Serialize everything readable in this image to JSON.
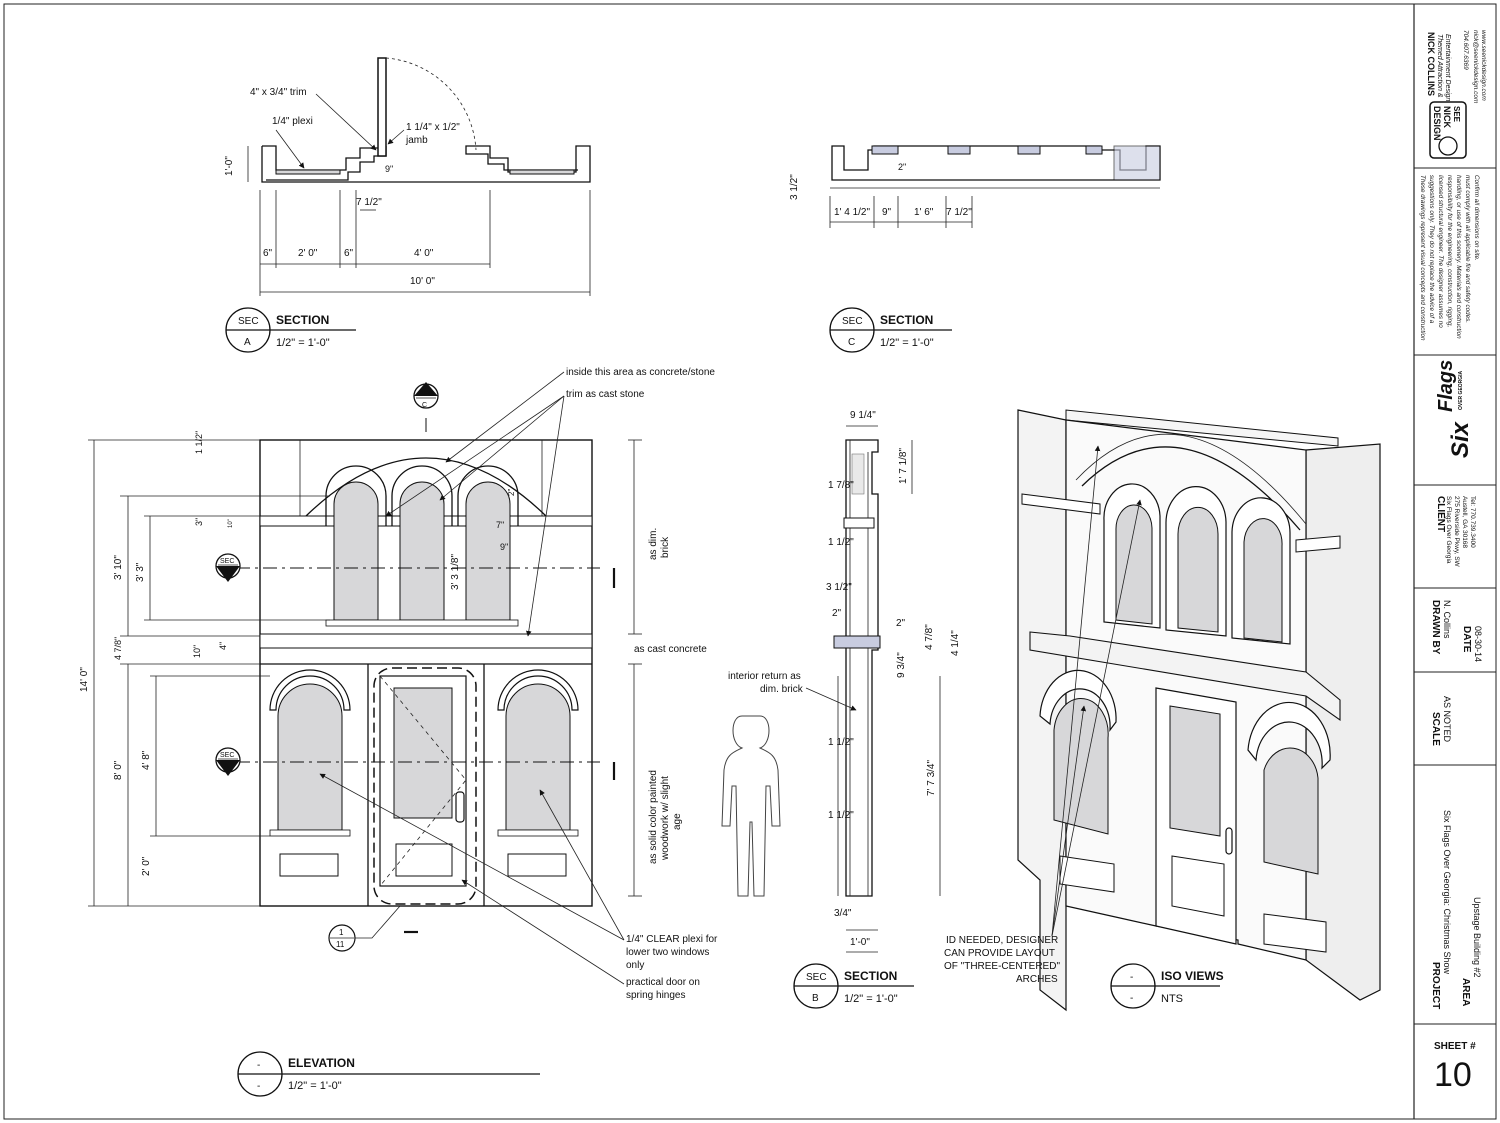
{
  "title_block": {
    "designer_name": "NICK COLLINS",
    "designer_sub1": "Themed Attraction &",
    "designer_sub2": "Entertainment Design",
    "designer_phone": "704.607.6369",
    "designer_email": "nick@seenickdesign.com",
    "designer_web": "www.seenickdesign.com",
    "logo_text_1": "SEE",
    "logo_text_2": "NICK",
    "logo_text_3": "DESIGN",
    "disclaimer_1": "These drawings represent visual concepts and construction",
    "disclaimer_2": "suggestions only. They do not replace the advice of a",
    "disclaimer_3": "licensed structural engineer. The designer assumes no",
    "disclaimer_4": "responsibility for the engineering, construction, rigging,",
    "disclaimer_5": "handling, or use of this scenery. Materials and construction",
    "disclaimer_6": "must comply with all applicable fire and safety codes.",
    "disclaimer_7": "Confirm all dimensions on site.",
    "client_logo_1": "Six",
    "client_logo_2": "Flags",
    "client_logo_3": "OVER GEORGIA",
    "client_label": "CLIENT",
    "client_name": "Six Flags Over Georgia",
    "client_addr1": "275 Riverside Pkwy, SW",
    "client_addr2": "Austell, GA 30168",
    "client_phone": "Tel: 770.739.3400",
    "drawn_by_label": "DRAWN BY",
    "drawn_by": "N. Collins",
    "date_label": "DATE",
    "date": "08-30-14",
    "scale_label": "SCALE",
    "scale": "AS NOTED",
    "project_label": "PROJECT",
    "project": "Six Flags Over Georgia: Christmas Show",
    "area_label": "AREA",
    "area": "Upstage Building #2",
    "sheet_label": "SHEET #",
    "sheet": "10"
  },
  "section_a": {
    "tag_top": "SEC",
    "tag_bottom": "A",
    "title": "SECTION",
    "scale": "1/2\" = 1'-0\"",
    "notes": {
      "trim": "4\" x 3/4\" trim",
      "plexi": "1/4\" plexi",
      "jamb1": "1 1/4\" x 1/2\"",
      "jamb2": "jamb"
    },
    "dims": {
      "height": "1'-0\"",
      "d9": "9\"",
      "d712": "7 1/2\"",
      "d6a": "6\"",
      "d20": "2' 0\"",
      "d6b": "6\"",
      "d40": "4' 0\"",
      "d100": "10' 0\""
    }
  },
  "section_c": {
    "tag_top": "SEC",
    "tag_bottom": "C",
    "title": "SECTION",
    "scale": "1/2\" = 1'-0\"",
    "dims": {
      "height": "3 1/2\"",
      "d2": "2\"",
      "d1412": "1' 4 1/2\"",
      "d9": "9\"",
      "d16": "1' 6\"",
      "d712": "7 1/2\""
    }
  },
  "elevation": {
    "tag_top": "-",
    "tag_bottom": "-",
    "title": "ELEVATION",
    "scale": "1/2\" = 1'-0\"",
    "sec_c_top": "SEC",
    "sec_c_bottom": "C",
    "sec_b_top": "SEC",
    "sec_b_bottom": "B",
    "sec_a_top": "SEC",
    "sec_a_bottom": "A",
    "detail_top": "1",
    "detail_bottom": "11",
    "notes": {
      "concrete": "inside this area as concrete/stone",
      "cast_stone": "trim as cast stone",
      "brick_1": "as dim.",
      "brick_2": "brick",
      "cast_concrete": "as cast concrete",
      "wood_1": "as solid color painted",
      "wood_2": "woodwork w/ slight",
      "wood_3": "age",
      "plexi_1": "1/4\" CLEAR plexi for",
      "plexi_2": "lower  two windows",
      "plexi_3": "only",
      "door_1": "practical door on",
      "door_2": "spring hinges"
    },
    "dims": {
      "d112": "1 1/2\"",
      "d310": "3' 10\"",
      "d33": "3' 3\"",
      "d3": "3\"",
      "d10a": "10\"",
      "d478": "4 7/8\"",
      "d10b": "10\"",
      "d4": "4\"",
      "d140": "14' 0\"",
      "d80": "8' 0\"",
      "d48": "4' 8\"",
      "d20": "2' 0\"",
      "d3318": "3' 3 1/8\"",
      "d7": "7\"",
      "d9": "9\"",
      "d2": "2\""
    }
  },
  "section_b": {
    "tag_top": "SEC",
    "tag_bottom": "B",
    "title": "SECTION",
    "scale": "1/2\" = 1'-0\"",
    "note_1": "interior return as",
    "note_2": "dim. brick",
    "dims": {
      "d914": "9 1/4\"",
      "d1718": "1' 7 1/8\"",
      "d178": "1 7/8\"",
      "d112a": "1 1/2\"",
      "d312": "3 1/2\"",
      "d2a": "2\"",
      "d2b": "2\"",
      "d478": "4 7/8\"",
      "d414": "4 1/4\"",
      "d934": "9 3/4\"",
      "d112b": "1 1/2\"",
      "d7734": "7' 7 3/4\"",
      "d112c": "1 1/2\"",
      "d34": "3/4\"",
      "d10": "1'-0\""
    }
  },
  "iso": {
    "tag_top": "-",
    "tag_bottom": "-",
    "title": "ISO VIEWS",
    "scale": "NTS",
    "note_1": "ID NEEDED, DESIGNER",
    "note_2": "CAN PROVIDE LAYOUT",
    "note_3": "OF \"THREE-CENTERED\"",
    "note_4": "ARCHES"
  }
}
